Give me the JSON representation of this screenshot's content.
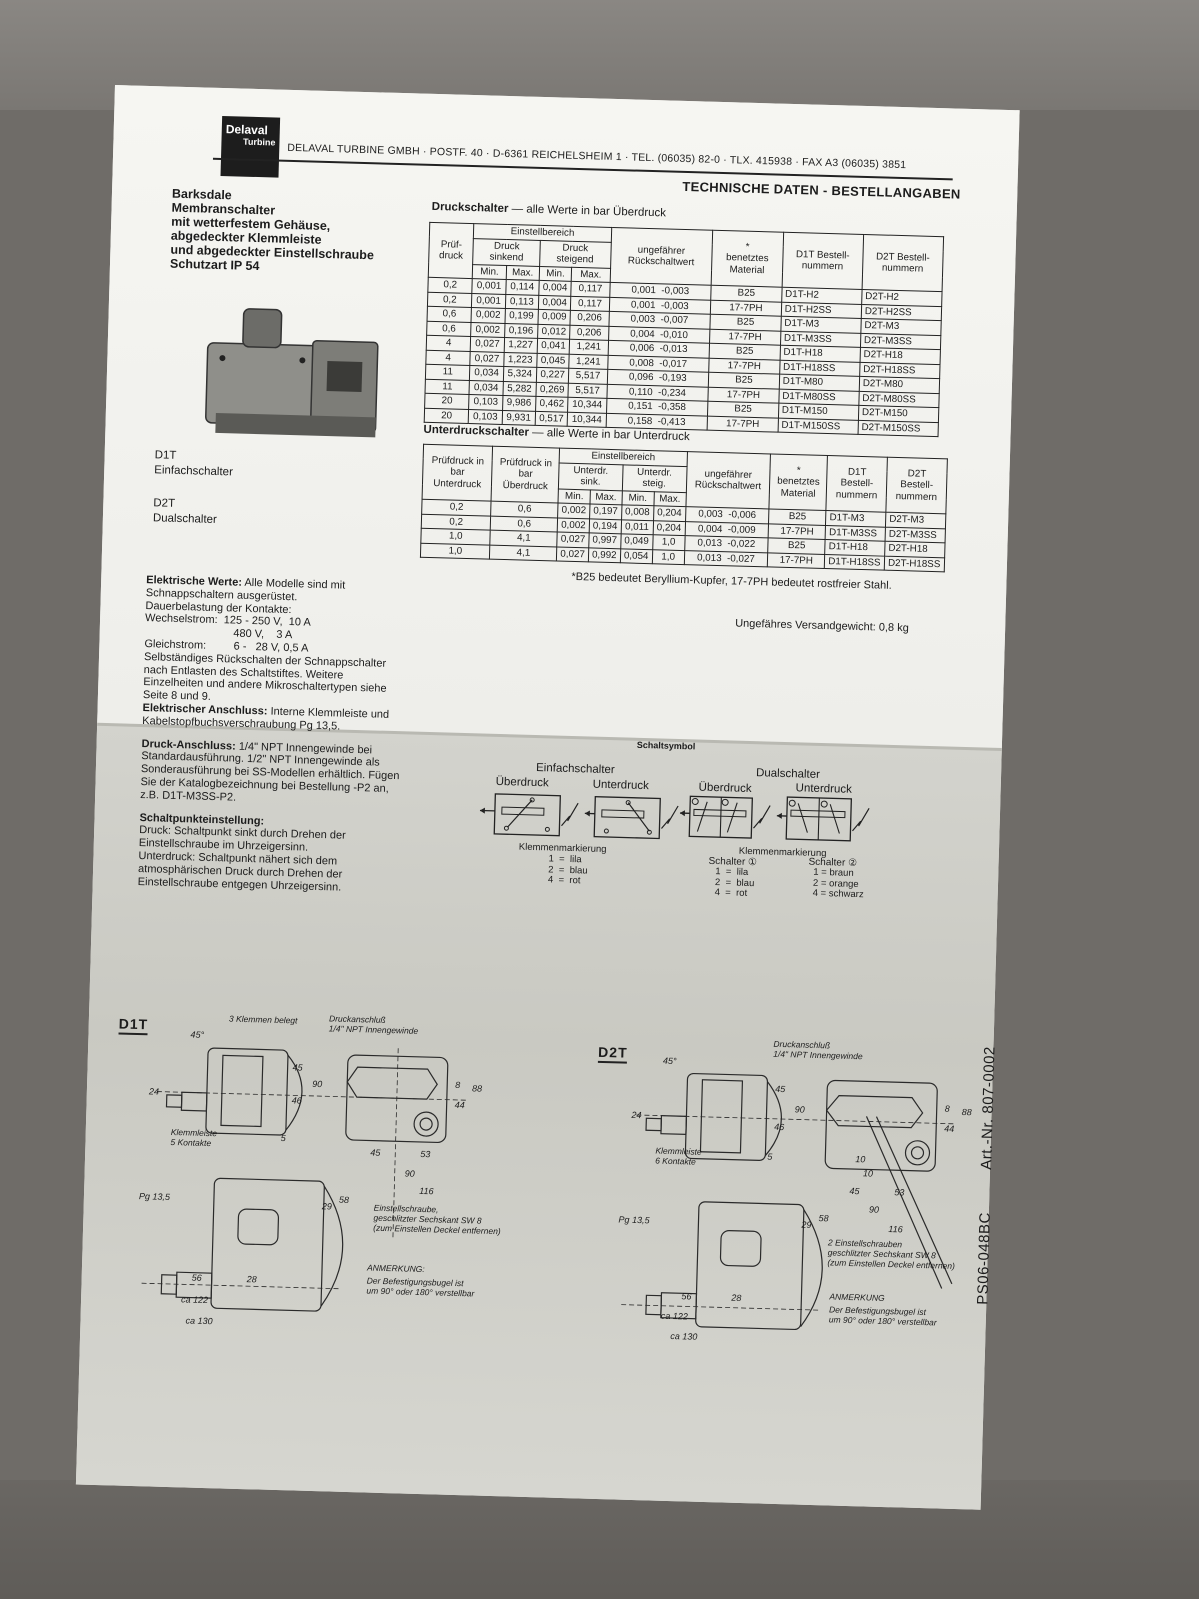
{
  "header": {
    "logo_line1": "Delaval",
    "logo_line2": "Turbine",
    "company_line": "DELAVAL TURBINE GMBH · POSTF. 40 · D-6361 REICHELSHEIM 1 · TEL. (06035) 82-0 · TLX. 415938 · FAX A3 (06035) 3851",
    "document_title": "TECHNISCHE DATEN - BESTELLANGABEN"
  },
  "product": {
    "title_lines": [
      "Barksdale",
      "Membranschalter",
      "mit wetterfestem Gehäuse,",
      "abgedeckter Klemmleiste",
      "und abgedeckter Einstellschraube",
      "Schutzart IP 54"
    ],
    "variants": [
      {
        "model": "D1T",
        "description": "Einfachschalter"
      },
      {
        "model": "D2T",
        "description": "Dualschalter"
      }
    ]
  },
  "pressure_table": {
    "title": "Druckschalter",
    "subtitle": "— alle Werte in bar Überdruck",
    "headers": {
      "pruefdruck": "Prüf-\ndruck",
      "einstellbereich": "Einstellbereich",
      "druck_sinkend": "Druck sinkend",
      "druck_steigend": "Druck steigend",
      "min": "Min.",
      "max": "Max.",
      "rueckschaltwert": "ungefährer\nRückschaltwert",
      "material": "benetztes\nMaterial",
      "material_mark": "*",
      "d1t": "D1T\nBestell-\nnummern",
      "d2t": "D2T\nBestell-\nnummern"
    },
    "rows": [
      {
        "pruef": "0,2",
        "sink_min": "0,001",
        "sink_max": "0,114",
        "steig_min": "0,004",
        "steig_max": "0,117",
        "rueck": "0,001  -0,003",
        "material": "B25",
        "d1t": "D1T-H2",
        "d2t": "D2T-H2"
      },
      {
        "pruef": "0,2",
        "sink_min": "0,001",
        "sink_max": "0,113",
        "steig_min": "0,004",
        "steig_max": "0,117",
        "rueck": "0,001  -0,003",
        "material": "17-7PH",
        "d1t": "D1T-H2SS",
        "d2t": "D2T-H2SS"
      },
      {
        "pruef": "0,6",
        "sink_min": "0,002",
        "sink_max": "0,199",
        "steig_min": "0,009",
        "steig_max": "0,206",
        "rueck": "0,003  -0,007",
        "material": "B25",
        "d1t": "D1T-M3",
        "d2t": "D2T-M3"
      },
      {
        "pruef": "0,6",
        "sink_min": "0,002",
        "sink_max": "0,196",
        "steig_min": "0,012",
        "steig_max": "0,206",
        "rueck": "0,004  -0,010",
        "material": "17-7PH",
        "d1t": "D1T-M3SS",
        "d2t": "D2T-M3SS"
      },
      {
        "pruef": "4",
        "sink_min": "0,027",
        "sink_max": "1,227",
        "steig_min": "0,041",
        "steig_max": "1,241",
        "rueck": "0,006  -0,013",
        "material": "B25",
        "d1t": "D1T-H18",
        "d2t": "D2T-H18"
      },
      {
        "pruef": "4",
        "sink_min": "0,027",
        "sink_max": "1,223",
        "steig_min": "0,045",
        "steig_max": "1,241",
        "rueck": "0,008  -0,017",
        "material": "17-7PH",
        "d1t": "D1T-H18SS",
        "d2t": "D2T-H18SS"
      },
      {
        "pruef": "11",
        "sink_min": "0,034",
        "sink_max": "5,324",
        "steig_min": "0,227",
        "steig_max": "5,517",
        "rueck": "0,096  -0,193",
        "material": "B25",
        "d1t": "D1T-M80",
        "d2t": "D2T-M80"
      },
      {
        "pruef": "11",
        "sink_min": "0,034",
        "sink_max": "5,282",
        "steig_min": "0,269",
        "steig_max": "5,517",
        "rueck": "0,110  -0,234",
        "material": "17-7PH",
        "d1t": "D1T-M80SS",
        "d2t": "D2T-M80SS"
      },
      {
        "pruef": "20",
        "sink_min": "0,103",
        "sink_max": "9,986",
        "steig_min": "0,462",
        "steig_max": "10,344",
        "rueck": "0,151  -0,358",
        "material": "B25",
        "d1t": "D1T-M150",
        "d2t": "D2T-M150"
      },
      {
        "pruef": "20",
        "sink_min": "0,103",
        "sink_max": "9,931",
        "steig_min": "0,517",
        "steig_max": "10,344",
        "rueck": "0,158  -0,413",
        "material": "17-7PH",
        "d1t": "D1T-M150SS",
        "d2t": "D2T-M150SS"
      }
    ]
  },
  "vacuum_table": {
    "title": "Unterdruckschalter",
    "subtitle": "— alle Werte in bar Unterdruck",
    "headers": {
      "pruef_unter": "Prüfdruck\nin bar\nUnterdruck",
      "pruef_ueber": "Prüfdruck\nin bar\nÜberdruck",
      "einstellbereich": "Einstellbereich",
      "sink": "Unterdr. sink.",
      "steig": "Unterdr. steig.",
      "min": "Min.",
      "max": "Max.",
      "rueckschaltwert": "ungefährer\nRückschaltwert",
      "material": "benetztes\nMaterial",
      "material_mark": "*",
      "d1t": "D1T\nBestell-\nnummern",
      "d2t": "D2T\nBestell-\nnummern"
    },
    "rows": [
      {
        "pruef_unter": "0,2",
        "pruef_ueber": "0,6",
        "sink_min": "0,002",
        "sink_max": "0,197",
        "steig_min": "0,008",
        "steig_max": "0,204",
        "rueck": "0,003  -0,006",
        "material": "B25",
        "d1t": "D1T-M3",
        "d2t": "D2T-M3"
      },
      {
        "pruef_unter": "0,2",
        "pruef_ueber": "0,6",
        "sink_min": "0,002",
        "sink_max": "0,194",
        "steig_min": "0,011",
        "steig_max": "0,204",
        "rueck": "0,004  -0,009",
        "material": "17-7PH",
        "d1t": "D1T-M3SS",
        "d2t": "D2T-M3SS"
      },
      {
        "pruef_unter": "1,0",
        "pruef_ueber": "4,1",
        "sink_min": "0,027",
        "sink_max": "0,997",
        "steig_min": "0,049",
        "steig_max": "1,0",
        "rueck": "0,013  -0,022",
        "material": "B25",
        "d1t": "D1T-H18",
        "d2t": "D2T-H18"
      },
      {
        "pruef_unter": "1,0",
        "pruef_ueber": "4,1",
        "sink_min": "0,027",
        "sink_max": "0,992",
        "steig_min": "0,054",
        "steig_max": "1,0",
        "rueck": "0,013  -0,027",
        "material": "17-7PH",
        "d1t": "D1T-H18SS",
        "d2t": "D2T-H18SS"
      }
    ]
  },
  "footnote": "*B25 bedeutet Beryllium-Kupfer, 17-7PH bedeutet rostfreier Stahl.",
  "shipping_weight": "Ungefähres Versandgewicht: 0,8 kg",
  "electrical": {
    "werte_label": "Elektrische Werte:",
    "werte_text": "Alle Modelle sind mit Schnappschaltern ausgerüstet.",
    "dauer_label": "Dauerbelastung der Kontakte:",
    "wechsel_line1": "Wechselstrom:  125 - 250 V,  10 A",
    "wechsel_line2": "                             480 V,    3 A",
    "gleich_line": "Gleichstrom:         6 -   28 V, 0,5 A",
    "rueck_text": "Selbständiges Rückschalten der Schnappschalter nach Entlasten des Schaltstiftes. Weitere Einzelheiten und andere Mikroschaltertypen siehe Seite 8 und 9.",
    "anschluss_label": "Elektrischer Anschluss:",
    "anschluss_text": "Interne Klemmleiste und Kabelstopfbuchsverschraubung Pg 13,5.",
    "druck_label": "Druck-Anschluss:",
    "druck_text": "1/4\" NPT Innengewinde bei Standardausführung. 1/2\" NPT Innengewinde als Sonderausführung bei SS-Modellen erhältlich. Fügen Sie der Katalogbezeichnung bei Bestellung -P2 an, z.B. D1T-M3SS-P2.",
    "schaltpunkt_label": "Schaltpunkteinstellung:",
    "schaltpunkt_druck": "Druck: Schaltpunkt sinkt durch Drehen der Einstellschraube im Uhrzeigersinn.",
    "schaltpunkt_unterdruck": "Unterdruck: Schaltpunkt nähert sich dem atmosphärischen Druck durch Drehen der Einstellschraube entgegen Uhrzeigersinn."
  },
  "symbols": {
    "title": "Schaltsymbol",
    "single": {
      "title": "Einfachschalter",
      "ueberdruck": "Überdruck",
      "unterdruck": "Unterdruck",
      "marking_title": "Klemmenmarkierung",
      "marking": "1  =  lila\n2  =  blau\n4  =  rot"
    },
    "dual": {
      "title": "Dualschalter",
      "ueberdruck": "Überdruck",
      "unterdruck": "Unterdruck",
      "marking_title": "Klemmenmarkierung",
      "switch1_title": "Schalter ①",
      "switch1_marking": "1  =  lila\n2  =  blau\n4  =  rot",
      "switch2_title": "Schalter ②",
      "switch2_marking": "1 = braun\n2 = orange\n4 = schwarz"
    },
    "terminals": {
      "t1": "1",
      "t2": "2",
      "t4": "4"
    }
  },
  "drawings": {
    "d1t": {
      "label": "D1T",
      "terminals_note": "3 Klemmen belegt",
      "pressure_port": "Druckanschluß\n1/4\" NPT Innengewinde",
      "terminal_strip": "Klemmleiste\n5 Kontakte",
      "adjust_screw": "Einstellschraube,\ngeschlitzter Sechskant SW 8\n(zum Einstellen Deckel entfernen)",
      "remark_title": "ANMERKUNG:",
      "remark": "Der Befestigungsbugel ist\num 90° oder 180° verstellbar",
      "dims": {
        "angle": "45°",
        "d24": "24",
        "d45": "45",
        "d46": "46",
        "d90": "90",
        "d88": "88",
        "d44": "44",
        "d8": "8",
        "d5": "5",
        "d53": "53",
        "d90b": "90",
        "d116": "116",
        "d58": "58",
        "d29": "29",
        "pg": "Pg 13,5",
        "d56": "56",
        "d28": "28",
        "ca122": "ca 122",
        "ca130": "ca 130"
      }
    },
    "d2t": {
      "label": "D2T",
      "pressure_port": "Druckanschluß\n1/4\" NPT Innengewinde",
      "terminal_strip": "Klemmleiste\n6 Kontakte",
      "adjust_screw": "2 Einstellschrauben\ngeschlitzter Sechskant SW 8\n(zum Einstellen Deckel entfernen)",
      "remark_title": "ANMERKUNG",
      "remark": "Der Befestigungsbugel ist\num 90° oder 180° verstellbar",
      "dims": {
        "angle": "45°",
        "d24": "24",
        "d45": "45",
        "d46": "46",
        "d90": "90",
        "d88": "88",
        "d44": "44",
        "d8": "8",
        "d5": "5",
        "d10a": "10",
        "d10b": "10",
        "d53": "53",
        "d90b": "90",
        "d116": "116",
        "d58": "58",
        "d29": "29",
        "pg": "Pg 13,5",
        "d56": "56",
        "d28": "28",
        "ca122": "ca 122",
        "ca130": "ca 130"
      }
    }
  },
  "article": {
    "doc_code": "PS06-048BC",
    "art_nr": "Art.-Nr. 807-0002"
  }
}
